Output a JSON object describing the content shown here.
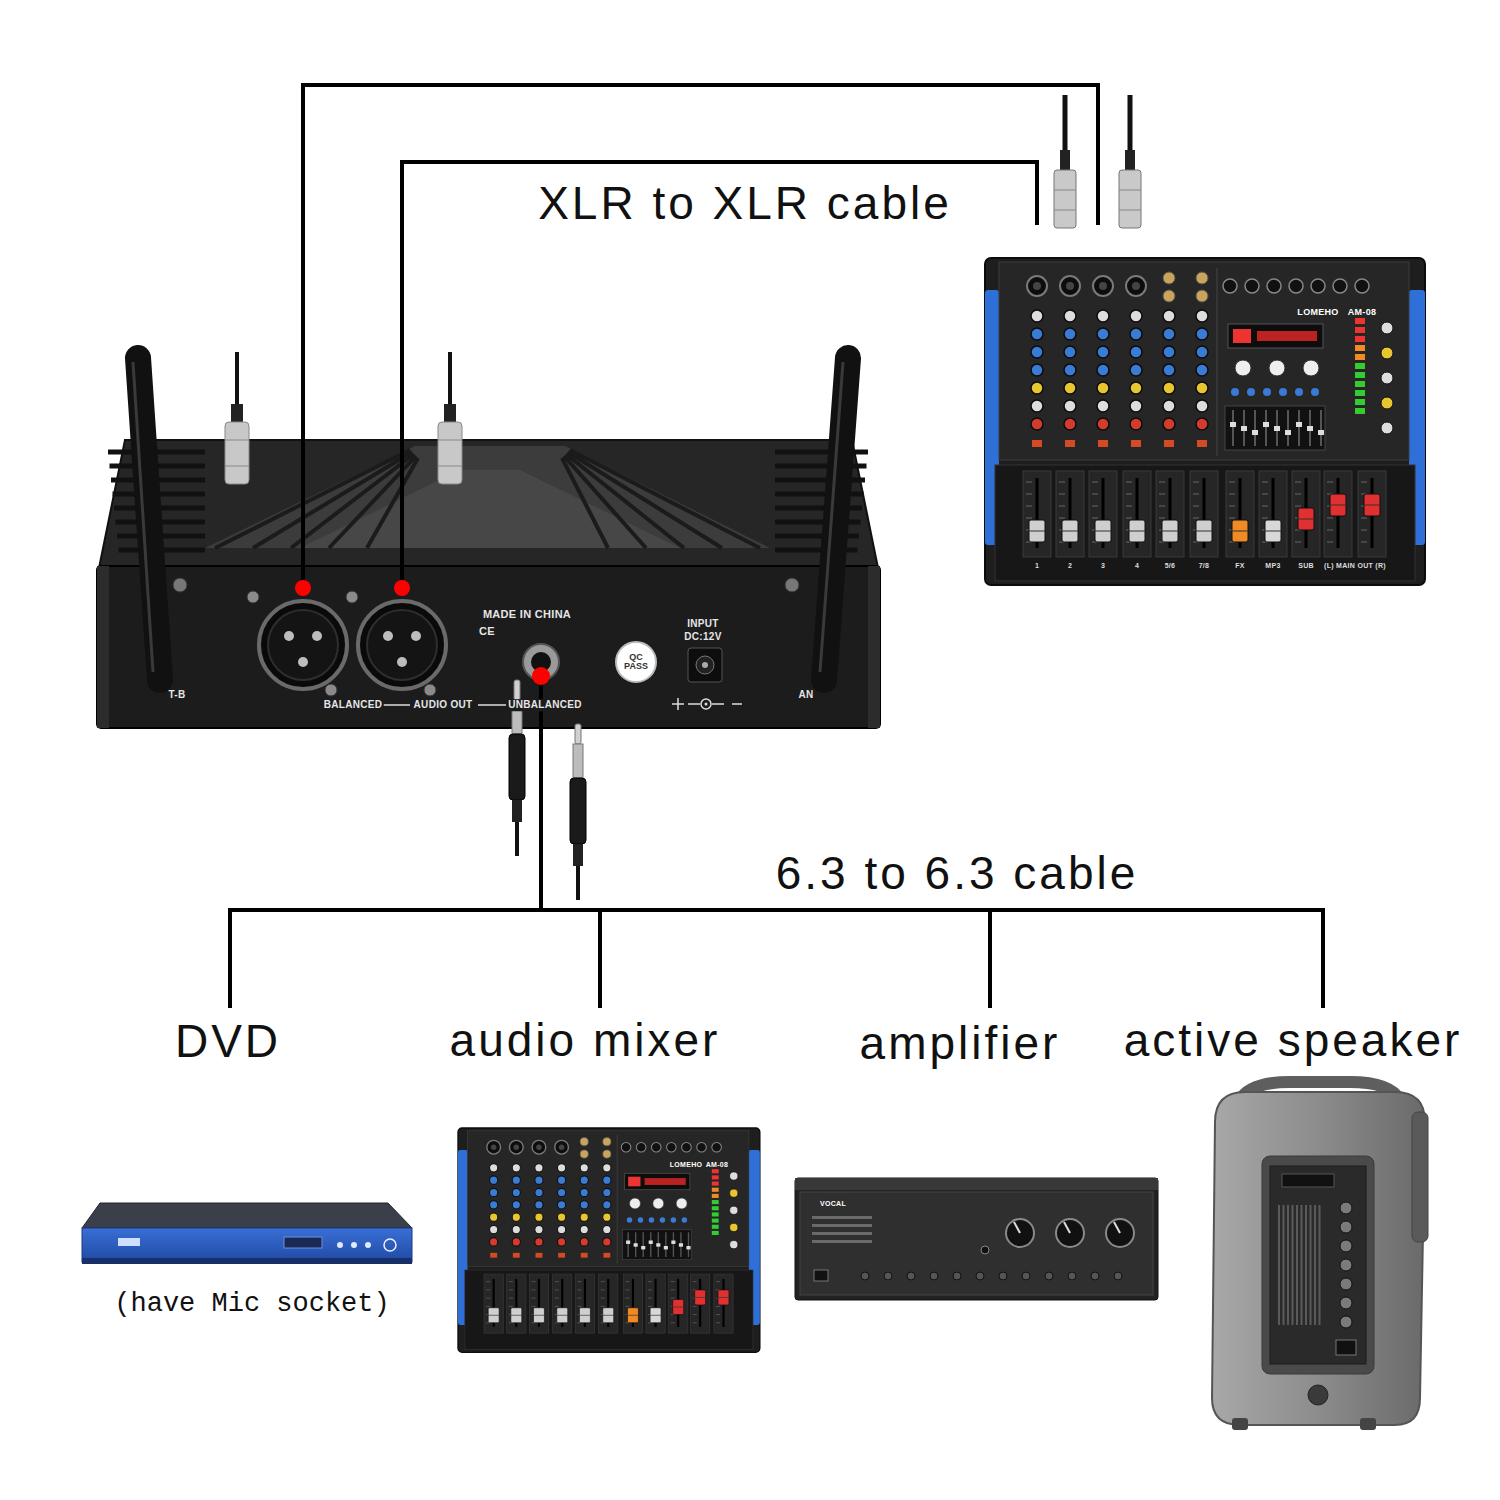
{
  "diagram": {
    "nodes": [
      {
        "text": [
          "MADE IN CHINA",
          "CE",
          "QC PASS",
          "INPUT",
          "DC:12V",
          "BALANCED",
          "AUDIO OUT",
          "UNBALANCED",
          "T-B",
          "AN"
        ]
      },
      {
        "text": [
          "LOMEHO",
          "AM-08",
          "1",
          "2",
          "3",
          "4",
          "5/6",
          "7/8",
          "FX",
          "MP3",
          "SUB",
          "(L) MAIN OUT (R)"
        ]
      },
      {
        "text": [
          "DVD",
          "(have Mic socket)"
        ]
      },
      {
        "text": [
          "audio mixer",
          "LOMEHO",
          "AM-08"
        ]
      },
      {
        "text": [
          "amplifier",
          "VOCAL"
        ]
      },
      {
        "text": [
          "active speaker"
        ]
      }
    ],
    "edges": [
      {
        "from": 0,
        "to": 1,
        "arrow": "none",
        "label": "XLR to XLR cable"
      },
      {
        "from": 0,
        "to": 1,
        "arrow": "none"
      },
      {
        "from": 0,
        "to": 2,
        "arrow": "none"
      },
      {
        "from": 0,
        "to": 3,
        "arrow": "none"
      },
      {
        "from": 0,
        "to": 4,
        "arrow": "none",
        "label": "6.3 to 6.3 cable"
      },
      {
        "from": 0,
        "to": 5,
        "arrow": "none"
      }
    ]
  }
}
